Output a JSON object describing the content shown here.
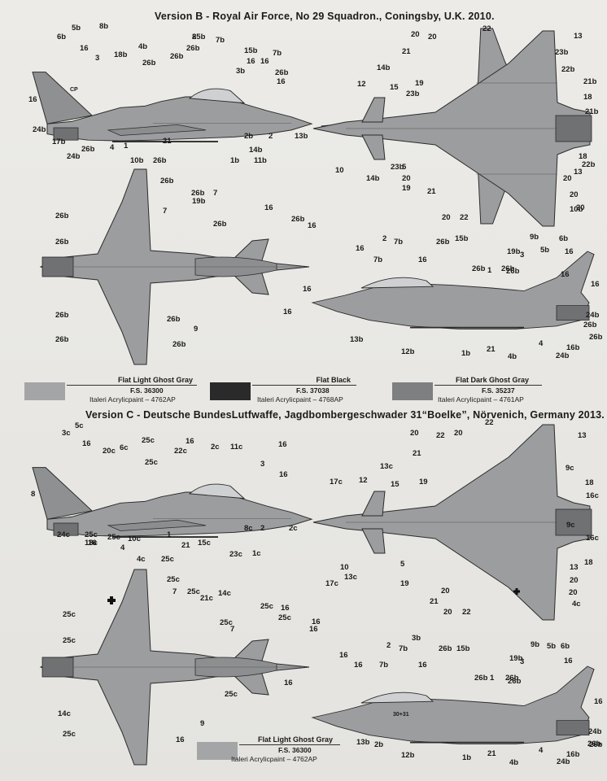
{
  "version_b_title": "Version B - Royal Air Force, No 29 Squadron., Coningsby, U.K. 2010.",
  "version_c_title": "Version C - Deutsche BundesLutfwaffe, Jagdbombergeschwader 31“Boelke”, Nörvenich, Germany 2013.",
  "swatches_b": [
    {
      "name": "Flat Light Ghost Gray",
      "fs": "F.S. 36300",
      "paint": "Italeri Acrylicpaint – 4762AP",
      "color": "#a4a5a6"
    },
    {
      "name": "Flat Black",
      "fs": "F.S. 37038",
      "paint": "Italeri Acrylicpaint – 4768AP",
      "color": "#2a2a2a"
    },
    {
      "name": "Flat Dark Ghost Gray",
      "fs": "F.S. 35237",
      "paint": "Italeri Acrylicpaint – 4761AP",
      "color": "#7d7f81"
    }
  ],
  "swatches_c": [
    {
      "name": "Flat Light Ghost Gray",
      "fs": "F.S. 36300",
      "paint": "Italeri Acrylicpaint – 4762AP",
      "color": "#a4a5a6"
    }
  ],
  "colors": {
    "aircraft_light": "#9c9d9f",
    "aircraft_dark": "#6f7173",
    "line": "#2b2b2b",
    "paper": "#e9e8e4"
  },
  "fin_codes": {
    "b_side": "CP",
    "c_side": "30+31",
    "c_top_cross": "cross-icon"
  },
  "callouts": {
    "b_side": [
      "16",
      "6b",
      "5b",
      "8b",
      "16",
      "3",
      "18b",
      "4b",
      "26b",
      "7b",
      "15b",
      "16",
      "3b",
      "7b",
      "16",
      "25b",
      "8",
      "26b",
      "26b",
      "26b",
      "16",
      "24b",
      "17b",
      "26b",
      "4",
      "1",
      "24b",
      "21",
      "2",
      "2b",
      "13b",
      "1b",
      "11b",
      "14b"
    ],
    "b_top": [
      "10b",
      "26b",
      "26b",
      "7",
      "26b",
      "19b",
      "26b",
      "7",
      "16",
      "26b",
      "16",
      "26b",
      "26b",
      "26b",
      "26b",
      "26b",
      "9",
      "26b",
      "16",
      "16"
    ],
    "b_bottom": [
      "22",
      "20",
      "20",
      "21",
      "13",
      "23b",
      "22b",
      "14b",
      "12",
      "15",
      "19",
      "23b",
      "21b",
      "18",
      "21b",
      "18",
      "13",
      "22b",
      "20",
      "20",
      "20",
      "21",
      "20",
      "22",
      "10b",
      "5",
      "20",
      "23b",
      "19",
      "14b",
      "10"
    ],
    "b_side2": [
      "16",
      "2",
      "7b",
      "26b",
      "15b",
      "9b",
      "5b",
      "6b",
      "16",
      "7b",
      "16",
      "26b",
      "19b",
      "3",
      "16",
      "16",
      "26b",
      "1",
      "26b",
      "24b",
      "26b",
      "13b",
      "12b",
      "1b",
      "21",
      "4b",
      "4",
      "24b",
      "16b",
      "26b"
    ],
    "c_side": [
      "5c",
      "3c",
      "16",
      "20c",
      "6c",
      "25c",
      "22c",
      "16",
      "2c",
      "11c",
      "16",
      "3",
      "25c",
      "16",
      "8",
      "16",
      "25c",
      "4",
      "10c",
      "1",
      "21",
      "15c",
      "23c",
      "1c",
      "8c",
      "2",
      "2c",
      "24c",
      "18c",
      "25c"
    ],
    "c_bottom": [
      "22",
      "20",
      "22",
      "20",
      "13",
      "21",
      "13c",
      "17c",
      "12",
      "15",
      "19",
      "9c",
      "18",
      "16c",
      "9c",
      "16c",
      "18",
      "13",
      "20",
      "20",
      "20",
      "22",
      "21",
      "4c",
      "20",
      "5",
      "19",
      "17c",
      "13c",
      "10"
    ],
    "c_top": [
      "4c",
      "25c",
      "25c",
      "7",
      "25c",
      "21c",
      "25c",
      "7",
      "14c",
      "25c",
      "16",
      "16",
      "25c",
      "16",
      "25c",
      "25c",
      "14c",
      "25c",
      "16",
      "25c",
      "9",
      "16"
    ],
    "c_side2": [
      "16",
      "2",
      "7b",
      "3b",
      "26b",
      "15b",
      "9b",
      "5b",
      "6b",
      "16",
      "7b",
      "16",
      "26b",
      "19b",
      "3",
      "16",
      "16",
      "26b",
      "1",
      "26b",
      "24b",
      "26b",
      "13b",
      "2b",
      "12b",
      "1b",
      "21",
      "4b",
      "4",
      "24b",
      "16b",
      "26b"
    ]
  }
}
